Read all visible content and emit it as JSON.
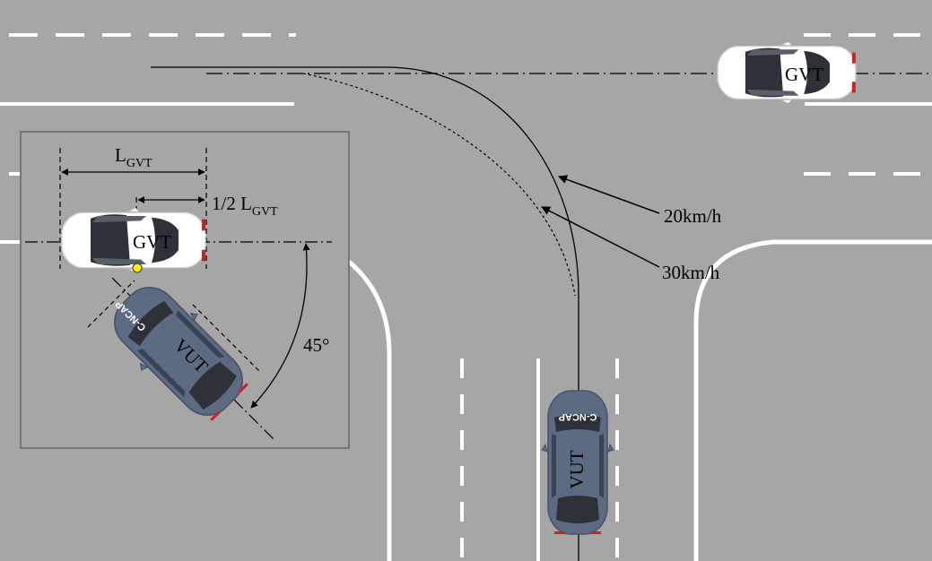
{
  "labels": {
    "gvt": "GVT",
    "vut": "VUT",
    "length_main": "L",
    "length_half_prefix": "1/2 L",
    "length_subscript": "GVT",
    "angle": "45°",
    "speed_low": "20km/h",
    "speed_high": "30km/h"
  },
  "logo": {
    "text": "C-NCAP"
  },
  "colors": {
    "road": "#a6a6a6",
    "marking": "#ffffff",
    "gvt_body": "#ffffff",
    "vut_body": "#5d6b82",
    "glass": "#2e3138",
    "impact_point": "#ffee00"
  }
}
